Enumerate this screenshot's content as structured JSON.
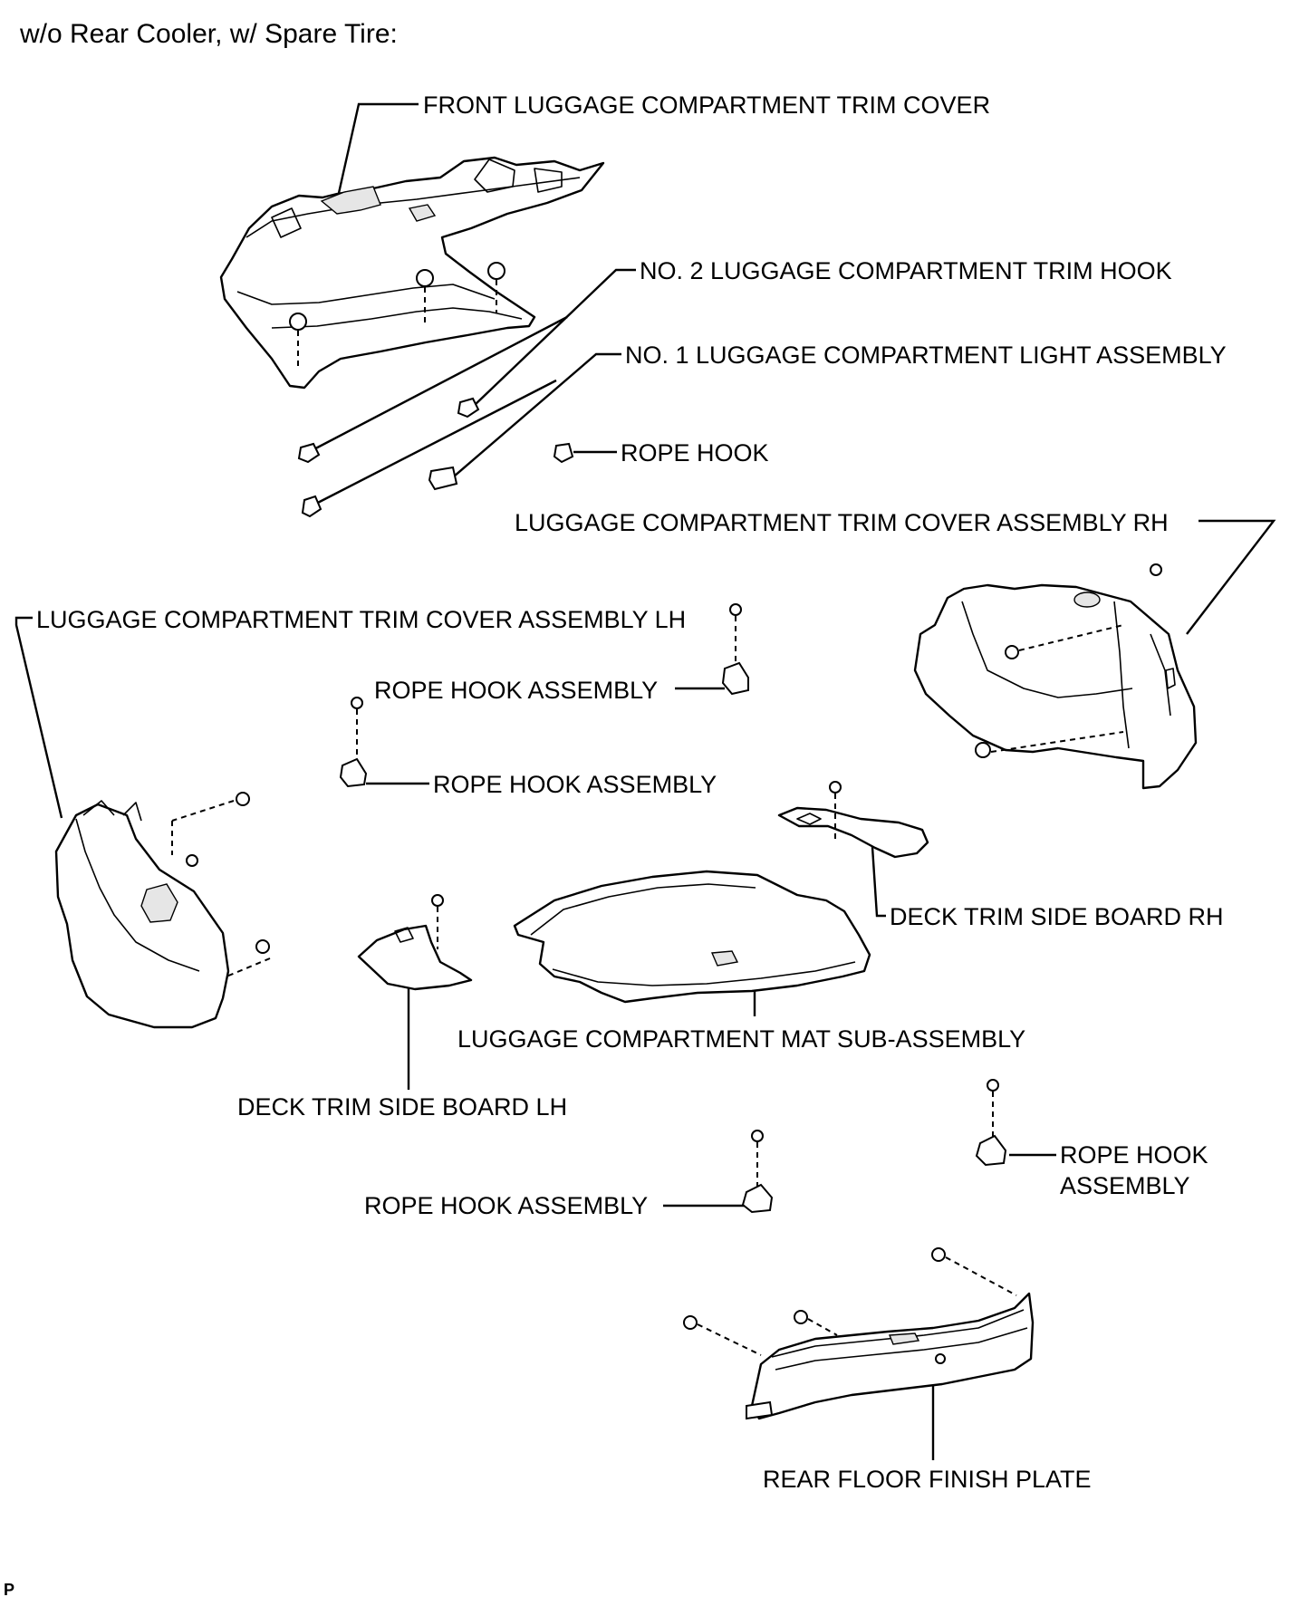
{
  "header": "w/o Rear Cooler, w/ Spare Tire:",
  "footer_code": "P",
  "labels": {
    "front_trim_cover": "FRONT LUGGAGE COMPARTMENT TRIM COVER",
    "no2_trim_hook": "NO. 2 LUGGAGE COMPARTMENT TRIM HOOK",
    "no1_light_assembly": "NO. 1 LUGGAGE COMPARTMENT LIGHT ASSEMBLY",
    "rope_hook": "ROPE HOOK",
    "trim_cover_rh": "LUGGAGE COMPARTMENT TRIM COVER ASSEMBLY RH",
    "trim_cover_lh": "LUGGAGE COMPARTMENT TRIM COVER ASSEMBLY LH",
    "rope_hook_assembly_upper": "ROPE HOOK ASSEMBLY",
    "rope_hook_assembly_mid": "ROPE HOOK ASSEMBLY",
    "deck_side_board_rh": "DECK TRIM SIDE BOARD RH",
    "mat_sub_assembly": "LUGGAGE COMPARTMENT MAT SUB-ASSEMBLY",
    "deck_side_board_lh": "DECK TRIM SIDE BOARD LH",
    "rope_hook_assembly_right_1": "ROPE HOOK",
    "rope_hook_assembly_right_2": "ASSEMBLY",
    "rope_hook_assembly_lower": "ROPE HOOK ASSEMBLY",
    "rear_floor_finish_plate": "REAR FLOOR FINISH PLATE"
  }
}
